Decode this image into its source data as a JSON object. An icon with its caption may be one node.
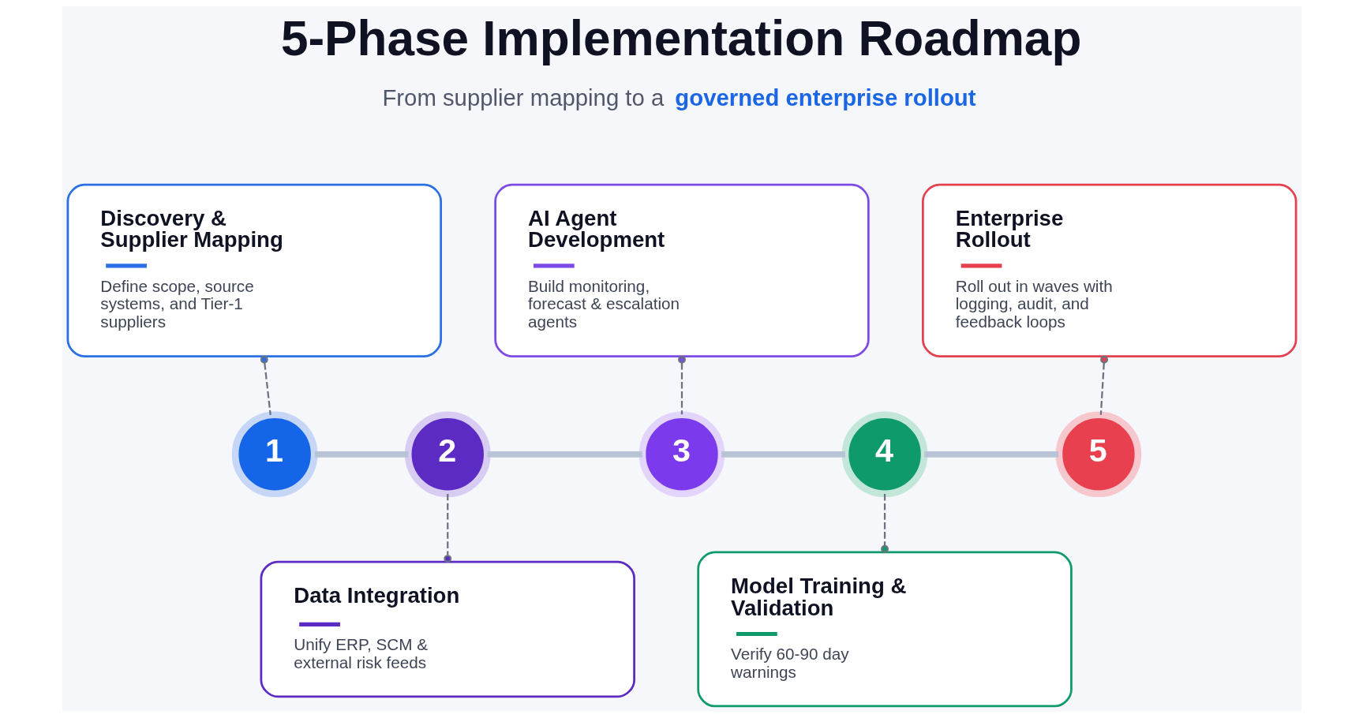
{
  "diagram": {
    "title": "5-Phase Implementation Roadmap",
    "nodes": [
      {
        "text": [
          "Discovery & Supplier Mapping",
          "Define scope, source systems, and Tier-1 suppliers"
        ]
      },
      {
        "text": [
          "AI Agent Development",
          "Build monitoring, forecast & escalation agents"
        ]
      },
      {
        "text": [
          "Enterprise Rollout",
          "Roll out in waves with logging, audit, and feedback loops"
        ]
      },
      {
        "text": [
          "1"
        ]
      },
      {
        "text": [
          "2"
        ]
      },
      {
        "text": [
          "3"
        ]
      },
      {
        "text": [
          "4"
        ]
      },
      {
        "text": [
          "5"
        ]
      },
      {
        "text": [
          "Data Integration",
          "Unify ERP, SCM & external risk feeds"
        ]
      },
      {
        "text": [
          "Model Training & Validation",
          "Verify 60-90 day warnings"
        ]
      }
    ],
    "edges": [
      {
        "from": 0,
        "to": 3,
        "arrow": "other",
        "style": "dashed"
      },
      {
        "from": 1,
        "to": 5,
        "arrow": "other",
        "style": "dashed"
      },
      {
        "from": 2,
        "to": 7,
        "arrow": "other",
        "style": "dashed"
      },
      {
        "from": 3,
        "to": 4,
        "arrow": "none",
        "style": "thick",
        "color": "#b8c3d6"
      },
      {
        "from": 4,
        "to": 5,
        "arrow": "none",
        "style": "thick",
        "color": "#b8c3d6"
      },
      {
        "from": 5,
        "to": 6,
        "arrow": "none",
        "style": "thick",
        "color": "#b8c3d6"
      },
      {
        "from": 6,
        "to": 7,
        "arrow": "none",
        "style": "thick",
        "color": "#b8c3d6"
      },
      {
        "from": 4,
        "to": 8,
        "arrow": "other",
        "style": "dashed"
      },
      {
        "from": 6,
        "to": 9,
        "arrow": "other",
        "style": "dashed"
      }
    ],
    "labels": [
      "From supplier mapping to a **governed enterprise rollout**"
    ]
  }
}
